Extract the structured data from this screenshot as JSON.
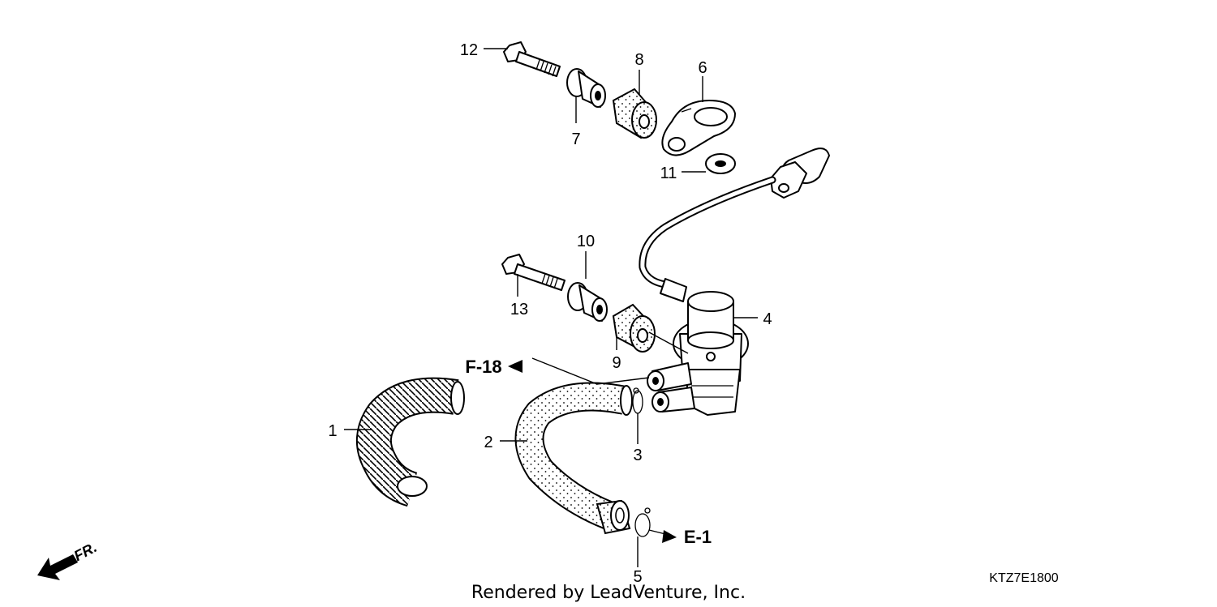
{
  "callouts": {
    "p1": "1",
    "p2": "2",
    "p3": "3",
    "p4": "4",
    "p5": "5",
    "p6": "6",
    "p7": "7",
    "p8": "8",
    "p9": "9",
    "p10": "10",
    "p11": "11",
    "p12": "12",
    "p13": "13"
  },
  "references": {
    "f18": "F-18",
    "e1": "E-1"
  },
  "direction_label": "FR.",
  "diagram_code": "KTZ7E1800",
  "credit": "Rendered by LeadVenture, Inc."
}
